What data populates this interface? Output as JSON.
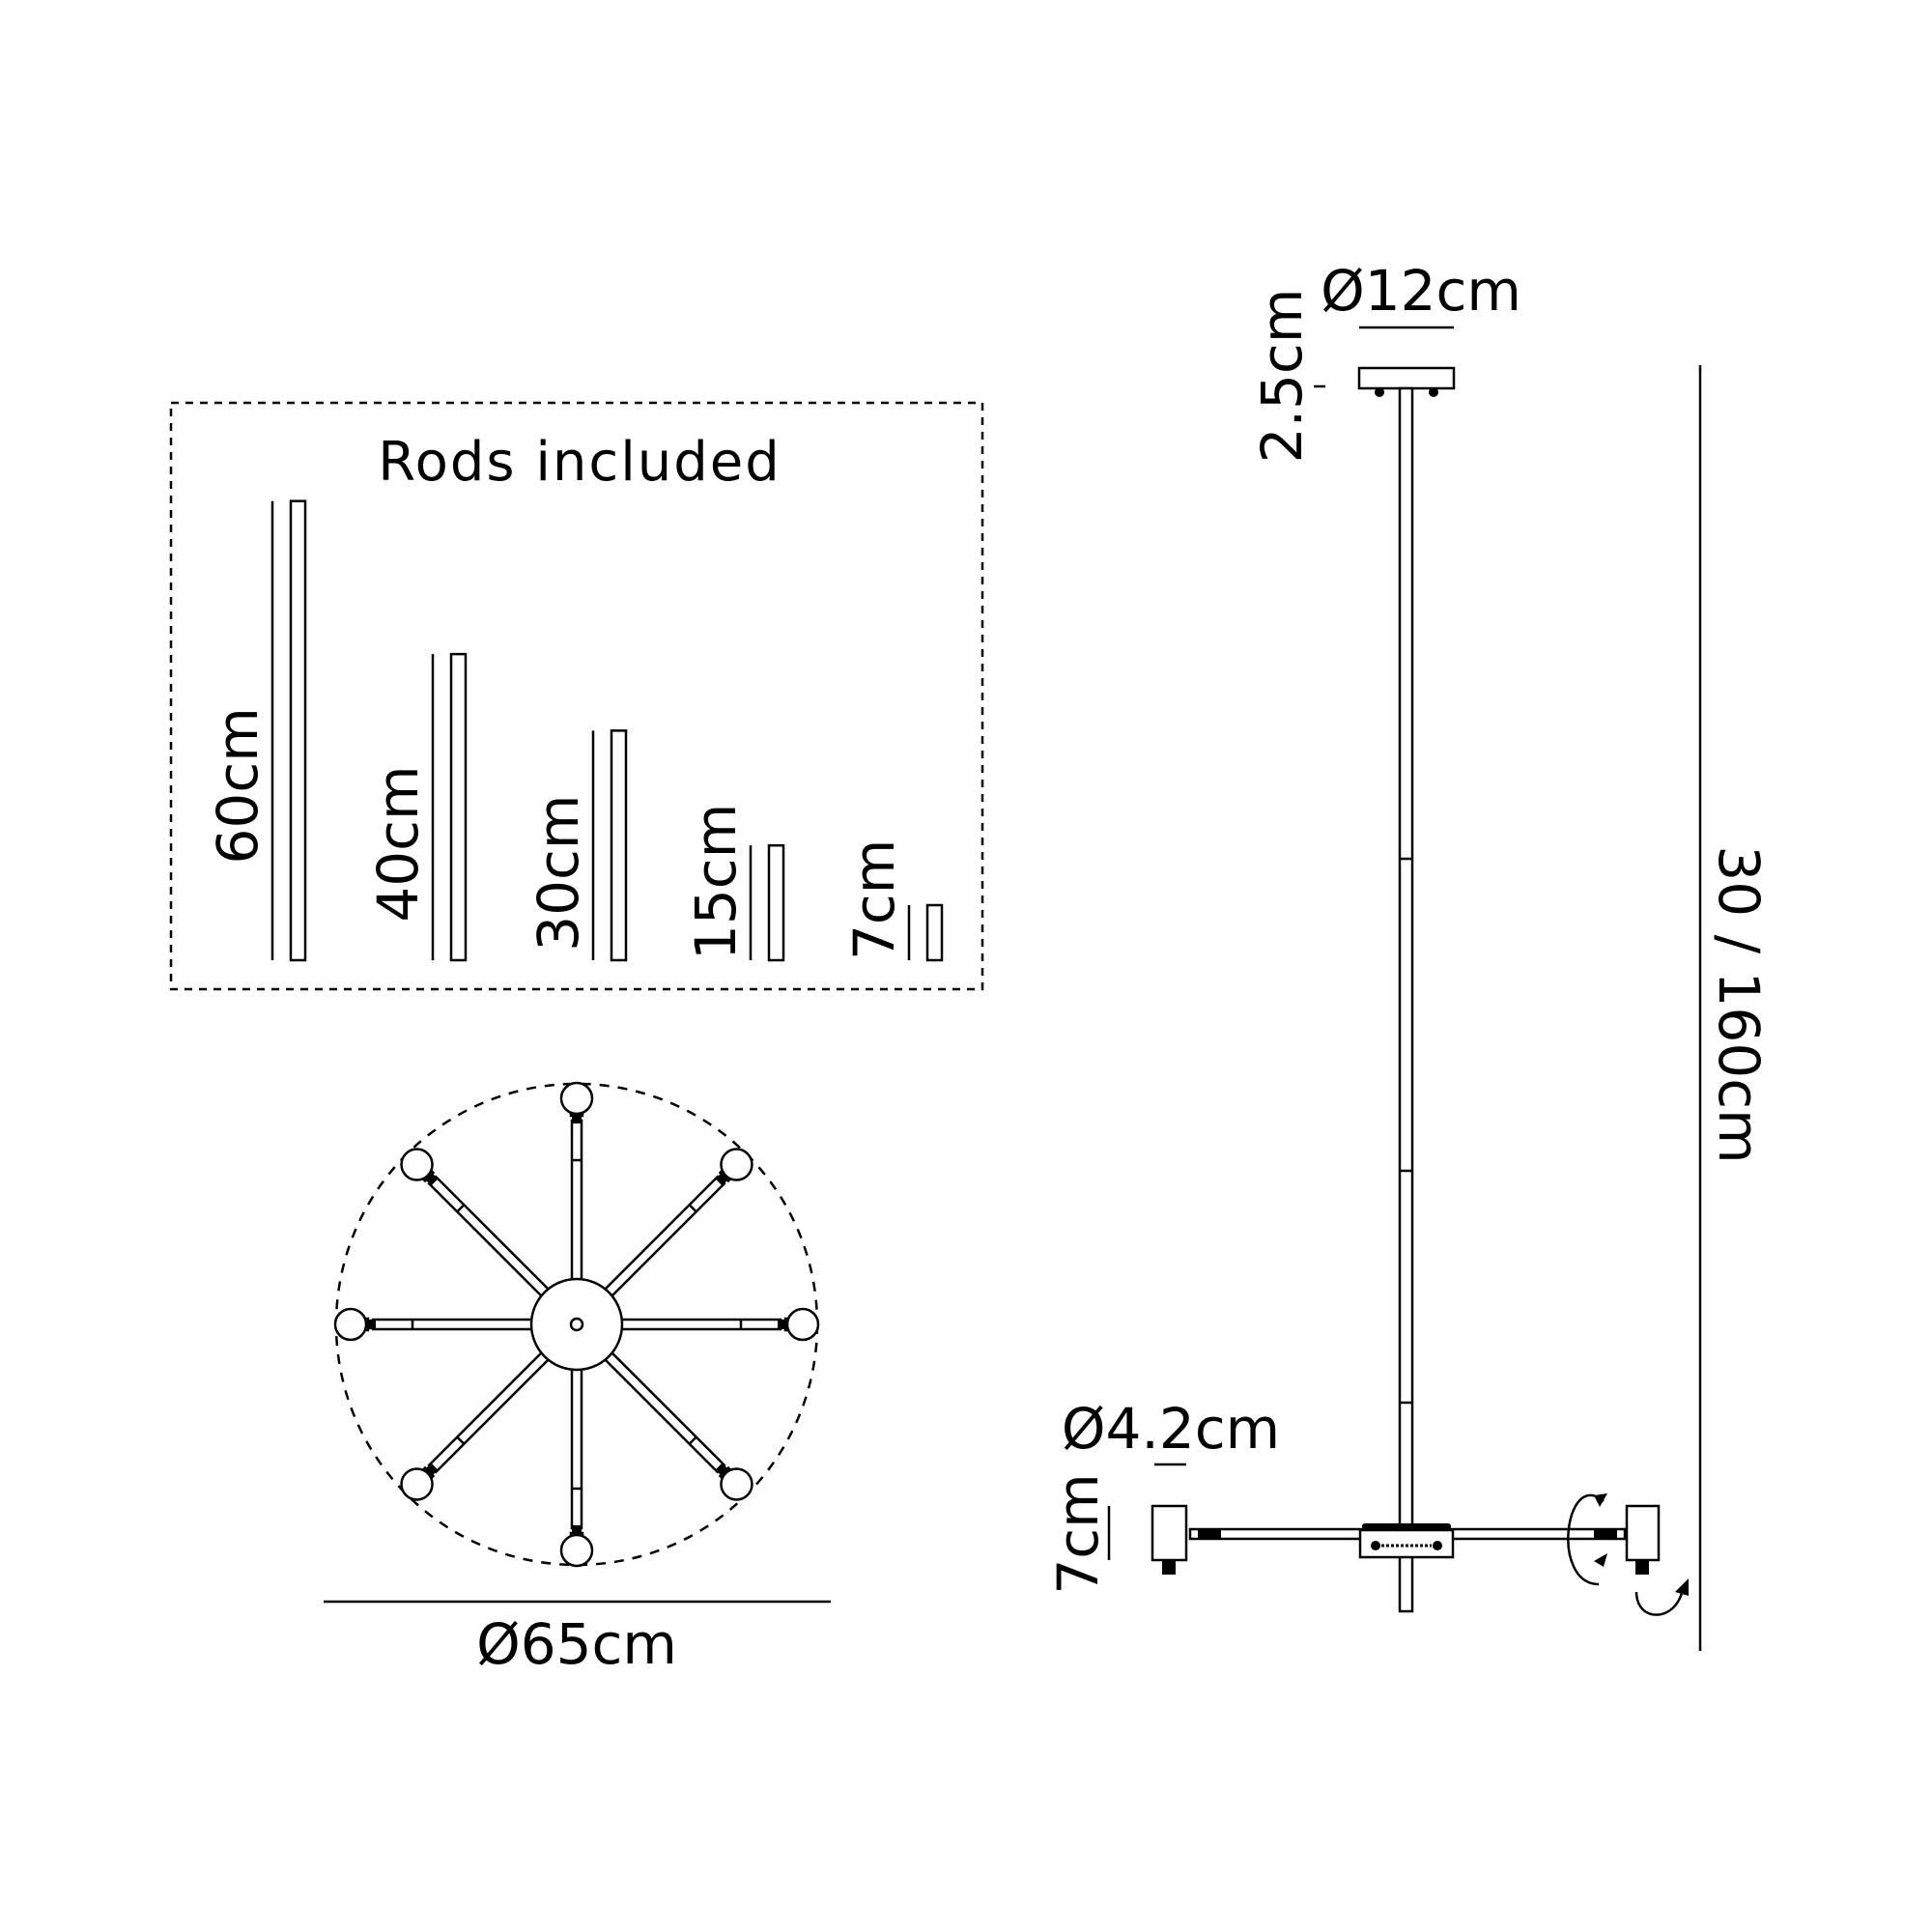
{
  "rods_panel": {
    "title": "Rods included",
    "rods": [
      {
        "label": "60cm",
        "length_cm": 60
      },
      {
        "label": "40cm",
        "length_cm": 40
      },
      {
        "label": "30cm",
        "length_cm": 30
      },
      {
        "label": "15cm",
        "length_cm": 15
      },
      {
        "label": "7cm",
        "length_cm": 7
      }
    ]
  },
  "top_view": {
    "diameter_label": "Ø65cm",
    "arm_count": 8
  },
  "side_view": {
    "canopy_diameter_label": "Ø12cm",
    "canopy_height_label": "2.5cm",
    "drop_label": "30 / 160cm",
    "shade_diameter_label": "Ø4.2cm",
    "shade_height_label": "7cm"
  }
}
